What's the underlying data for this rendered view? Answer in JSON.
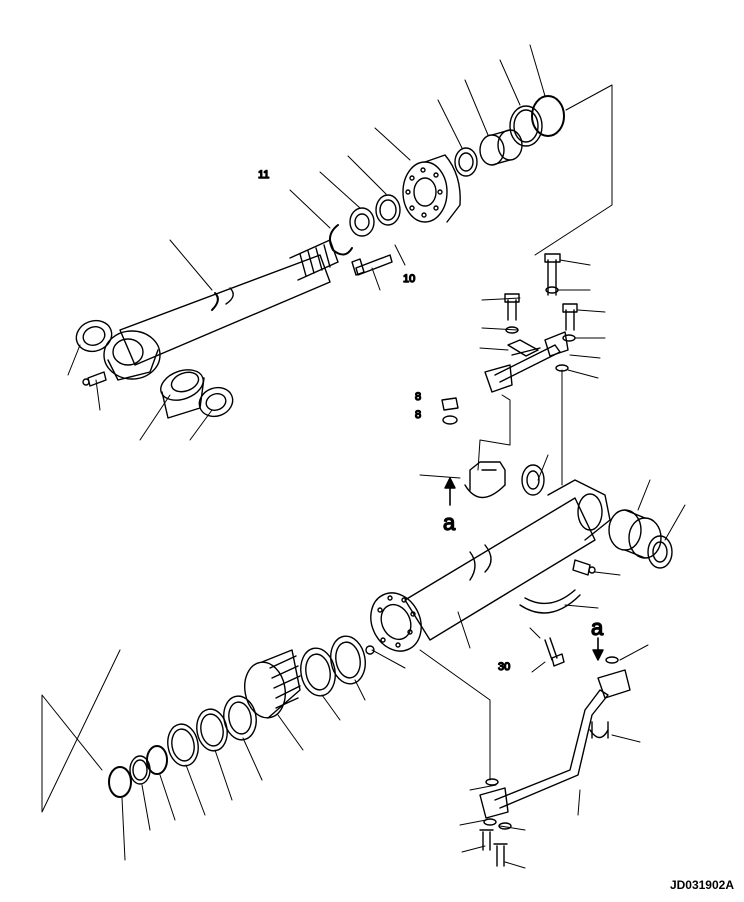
{
  "diagram": {
    "drawing_code": "JD031902A",
    "arrow_labels": {
      "upper": "a",
      "lower": "a"
    },
    "part_numbers": {
      "retaining_ring": "11",
      "bolt_upper": "10",
      "tube_clamp_bolt": "30",
      "plug_bolt_a": "8",
      "plug_bolt_b": "8"
    }
  }
}
